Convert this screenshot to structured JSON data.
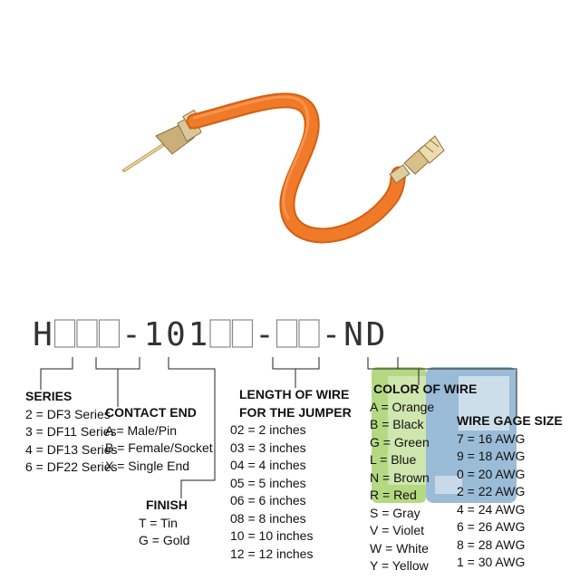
{
  "colors": {
    "wire": "#f07a28",
    "wire_dark": "#d45f12",
    "contact": "#c9a76a",
    "box_outline": "#888888",
    "logo_green": "#9ccc5a",
    "logo_blue": "#7aa6c8"
  },
  "part_number": {
    "chars": [
      "H",
      "",
      "",
      "",
      "-",
      "1",
      "0",
      "1",
      "",
      "",
      "-",
      "",
      "",
      "-",
      "N",
      "D"
    ]
  },
  "series": {
    "heading": "SERIES",
    "items": [
      "2 = DF3 Series",
      "3 = DF11 Series",
      "4 = DF13 Series",
      "6 = DF22 Series"
    ]
  },
  "contact_end": {
    "heading": "CONTACT END",
    "items": [
      "A = Male/Pin",
      "B = Female/Socket",
      "X = Single End"
    ]
  },
  "finish": {
    "heading": "FINISH",
    "items": [
      "T = Tin",
      "G = Gold"
    ]
  },
  "length": {
    "heading_line1": "LENGTH OF WIRE",
    "heading_line2": "FOR THE JUMPER",
    "items": [
      "02 = 2 inches",
      "03 = 3 inches",
      "04 = 4 inches",
      "05 = 5 inches",
      "06 = 6 inches",
      "08 = 8 inches",
      "10 = 10 inches",
      "12 = 12 inches"
    ]
  },
  "color_of_wire": {
    "heading": "COLOR OF WIRE",
    "items": [
      "A = Orange",
      "B = Black",
      "G = Green",
      "L = Blue",
      "N = Brown",
      "R = Red",
      "S = Gray",
      "V = Violet",
      "W = White",
      "Y = Yellow"
    ]
  },
  "wire_gage": {
    "heading": "WIRE GAGE SIZE",
    "items": [
      "7 = 16 AWG",
      "9 = 18 AWG",
      "0 = 20 AWG",
      "2 = 22 AWG",
      "4 = 24 AWG",
      "6 = 26 AWG",
      "8 = 28 AWG",
      "1 = 30 AWG"
    ]
  }
}
